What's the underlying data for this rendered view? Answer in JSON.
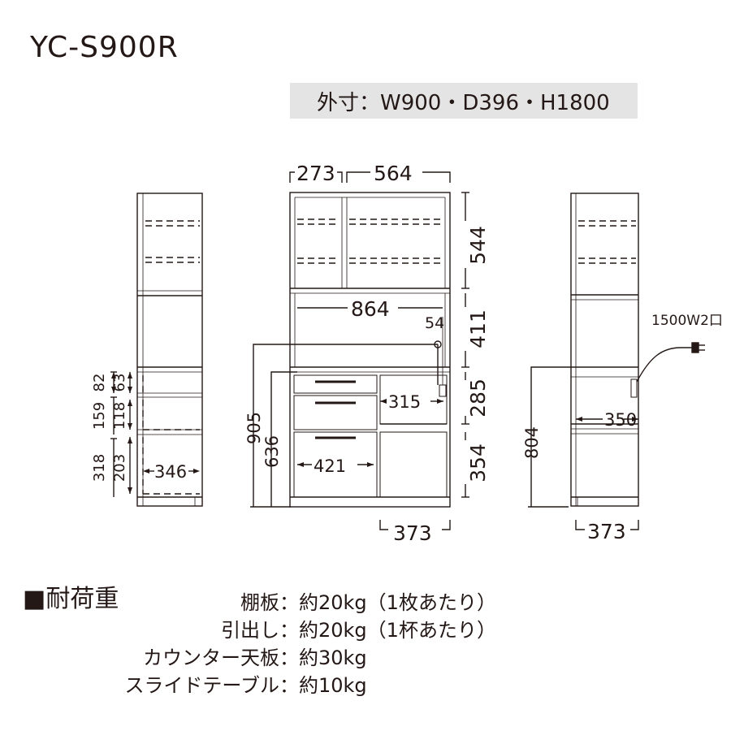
{
  "header": {
    "model": "YC-S900R",
    "outer_dims": "外寸：W900・D396・H1800"
  },
  "front": {
    "top_left_w": "273",
    "top_right_w": "564",
    "upper_h": "544",
    "counter_w": "864",
    "outlet_off": "54",
    "counter_h": "411",
    "total_h": "905",
    "lower_h": "636",
    "table_w": "315",
    "table_h": "285",
    "drawer_w": "421",
    "bottom_h": "354",
    "depth": "373"
  },
  "left_side": {
    "d82": "82",
    "d63": "63",
    "d159": "159",
    "d118": "118",
    "d318": "318",
    "d203": "203",
    "d346": "346"
  },
  "right_side": {
    "power": "1500W2口",
    "d804": "804",
    "d350": "350",
    "depth": "373"
  },
  "loads": {
    "title": "■耐荷重",
    "rows": [
      {
        "label": "棚板：",
        "value": "約20kg（1枚あたり）"
      },
      {
        "label": "引出し：",
        "value": "約20kg（1杯あたり）"
      },
      {
        "label": "カウンター天板：",
        "value": "約30kg"
      },
      {
        "label": "スライドテーブル：",
        "value": "約10kg"
      }
    ]
  }
}
